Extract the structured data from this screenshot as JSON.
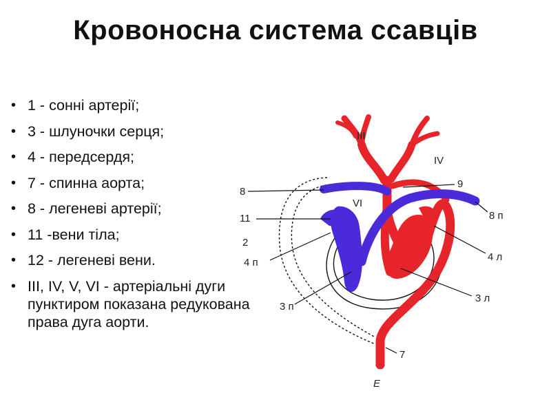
{
  "title": "Кровоносна система ссавців",
  "items": [
    "1 - сонні артерії;",
    "3 - шлуночки серця;",
    "4 - передсердя;",
    "7 - спинна аорта;",
    "8 - легеневі артерії;",
    "11 -вени тіла;",
    "12 - легеневі вени.",
    " III, IV, V, VI - артеріальні дуги пунктиром показана редукована права дуга аорти."
  ],
  "diagram_labels": {
    "III": "III",
    "IV": "IV",
    "VI": "VI",
    "8": "8",
    "9": "9",
    "11": "11",
    "2": "2",
    "8p": "8 п",
    "4p": "4 п",
    "4l": "4 л",
    "3l": "3 л",
    "3p": "3 п",
    "7": "7",
    "E": "E"
  },
  "colors": {
    "artery": "#e8242b",
    "vein": "#4a2ad9",
    "outline": "#111111"
  }
}
